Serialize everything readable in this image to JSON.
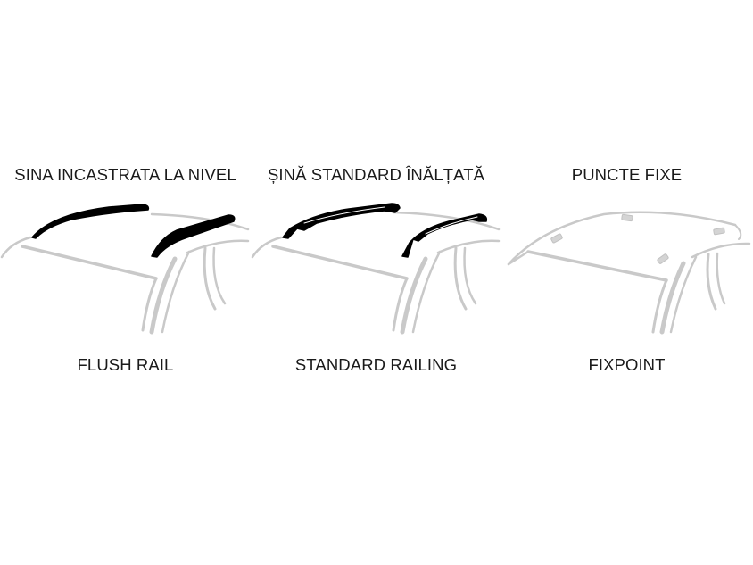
{
  "panels": [
    {
      "top_label": "SINA INCASTRATA LA NIVEL",
      "bottom_label": "FLUSH RAIL"
    },
    {
      "top_label": "ȘINĂ STANDARD ÎNĂLȚATĂ",
      "bottom_label": "STANDARD RAILING"
    },
    {
      "top_label": "PUNCTE FIXE",
      "bottom_label": "FIXPOINT"
    }
  ],
  "colors": {
    "outline": "#c9c9c9",
    "rail": "#000000",
    "text": "#1a1a1a"
  }
}
